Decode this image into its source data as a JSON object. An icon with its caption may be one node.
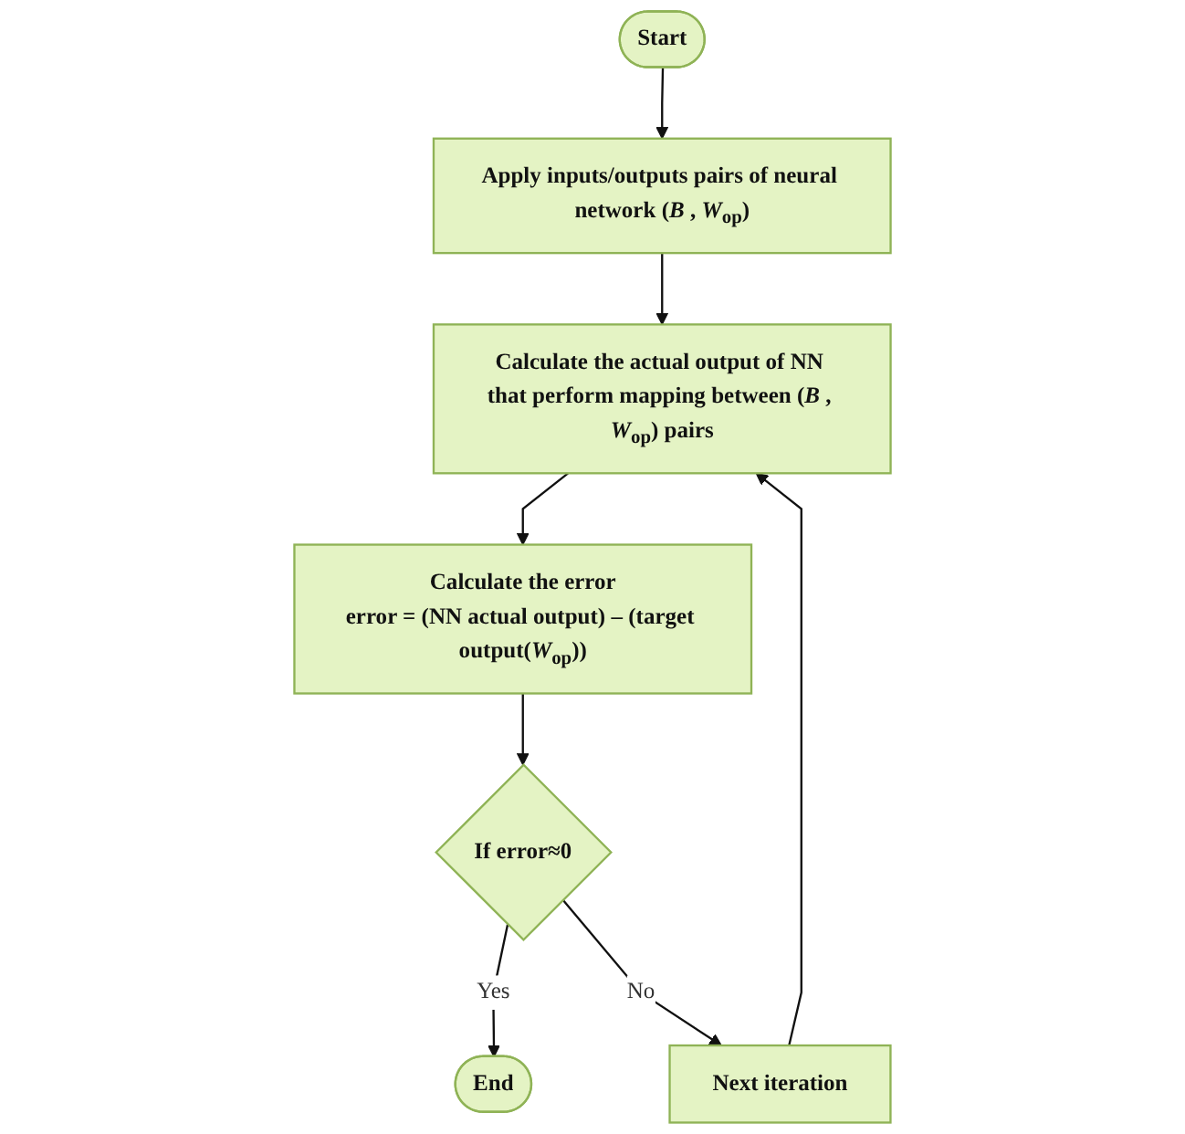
{
  "diagram": {
    "nodes": [
      {
        "text": [
          "Start"
        ]
      },
      {
        "text": [
          "Apply inputs/outputs pairs of neural network (*B* , *W*$_{op}$)"
        ]
      },
      {
        "text": [
          "Calculate the actual output of NN that perform mapping between (*B* , *W*$_{op}$) pairs"
        ]
      },
      {
        "text": [
          "Next iteration"
        ]
      },
      {
        "text": [
          "Calculate the error",
          "error = (NN actual output) – (target output(*W*$_{op}$))"
        ]
      },
      {
        "text": [
          "If error≈0"
        ]
      },
      {
        "text": [
          "End"
        ]
      }
    ],
    "edges": [
      {
        "from": 0,
        "to": 1,
        "arrow": "to"
      },
      {
        "from": 1,
        "to": 2,
        "arrow": "to"
      },
      {
        "from": 2,
        "to": 4,
        "arrow": "to"
      },
      {
        "from": 4,
        "to": 5,
        "arrow": "to"
      },
      {
        "from": 5,
        "to": 6,
        "label": "Yes",
        "arrow": "to"
      },
      {
        "from": 5,
        "to": 3,
        "label": "No",
        "arrow": "to"
      },
      {
        "from": 3,
        "to": 2,
        "arrow": "to"
      }
    ]
  }
}
